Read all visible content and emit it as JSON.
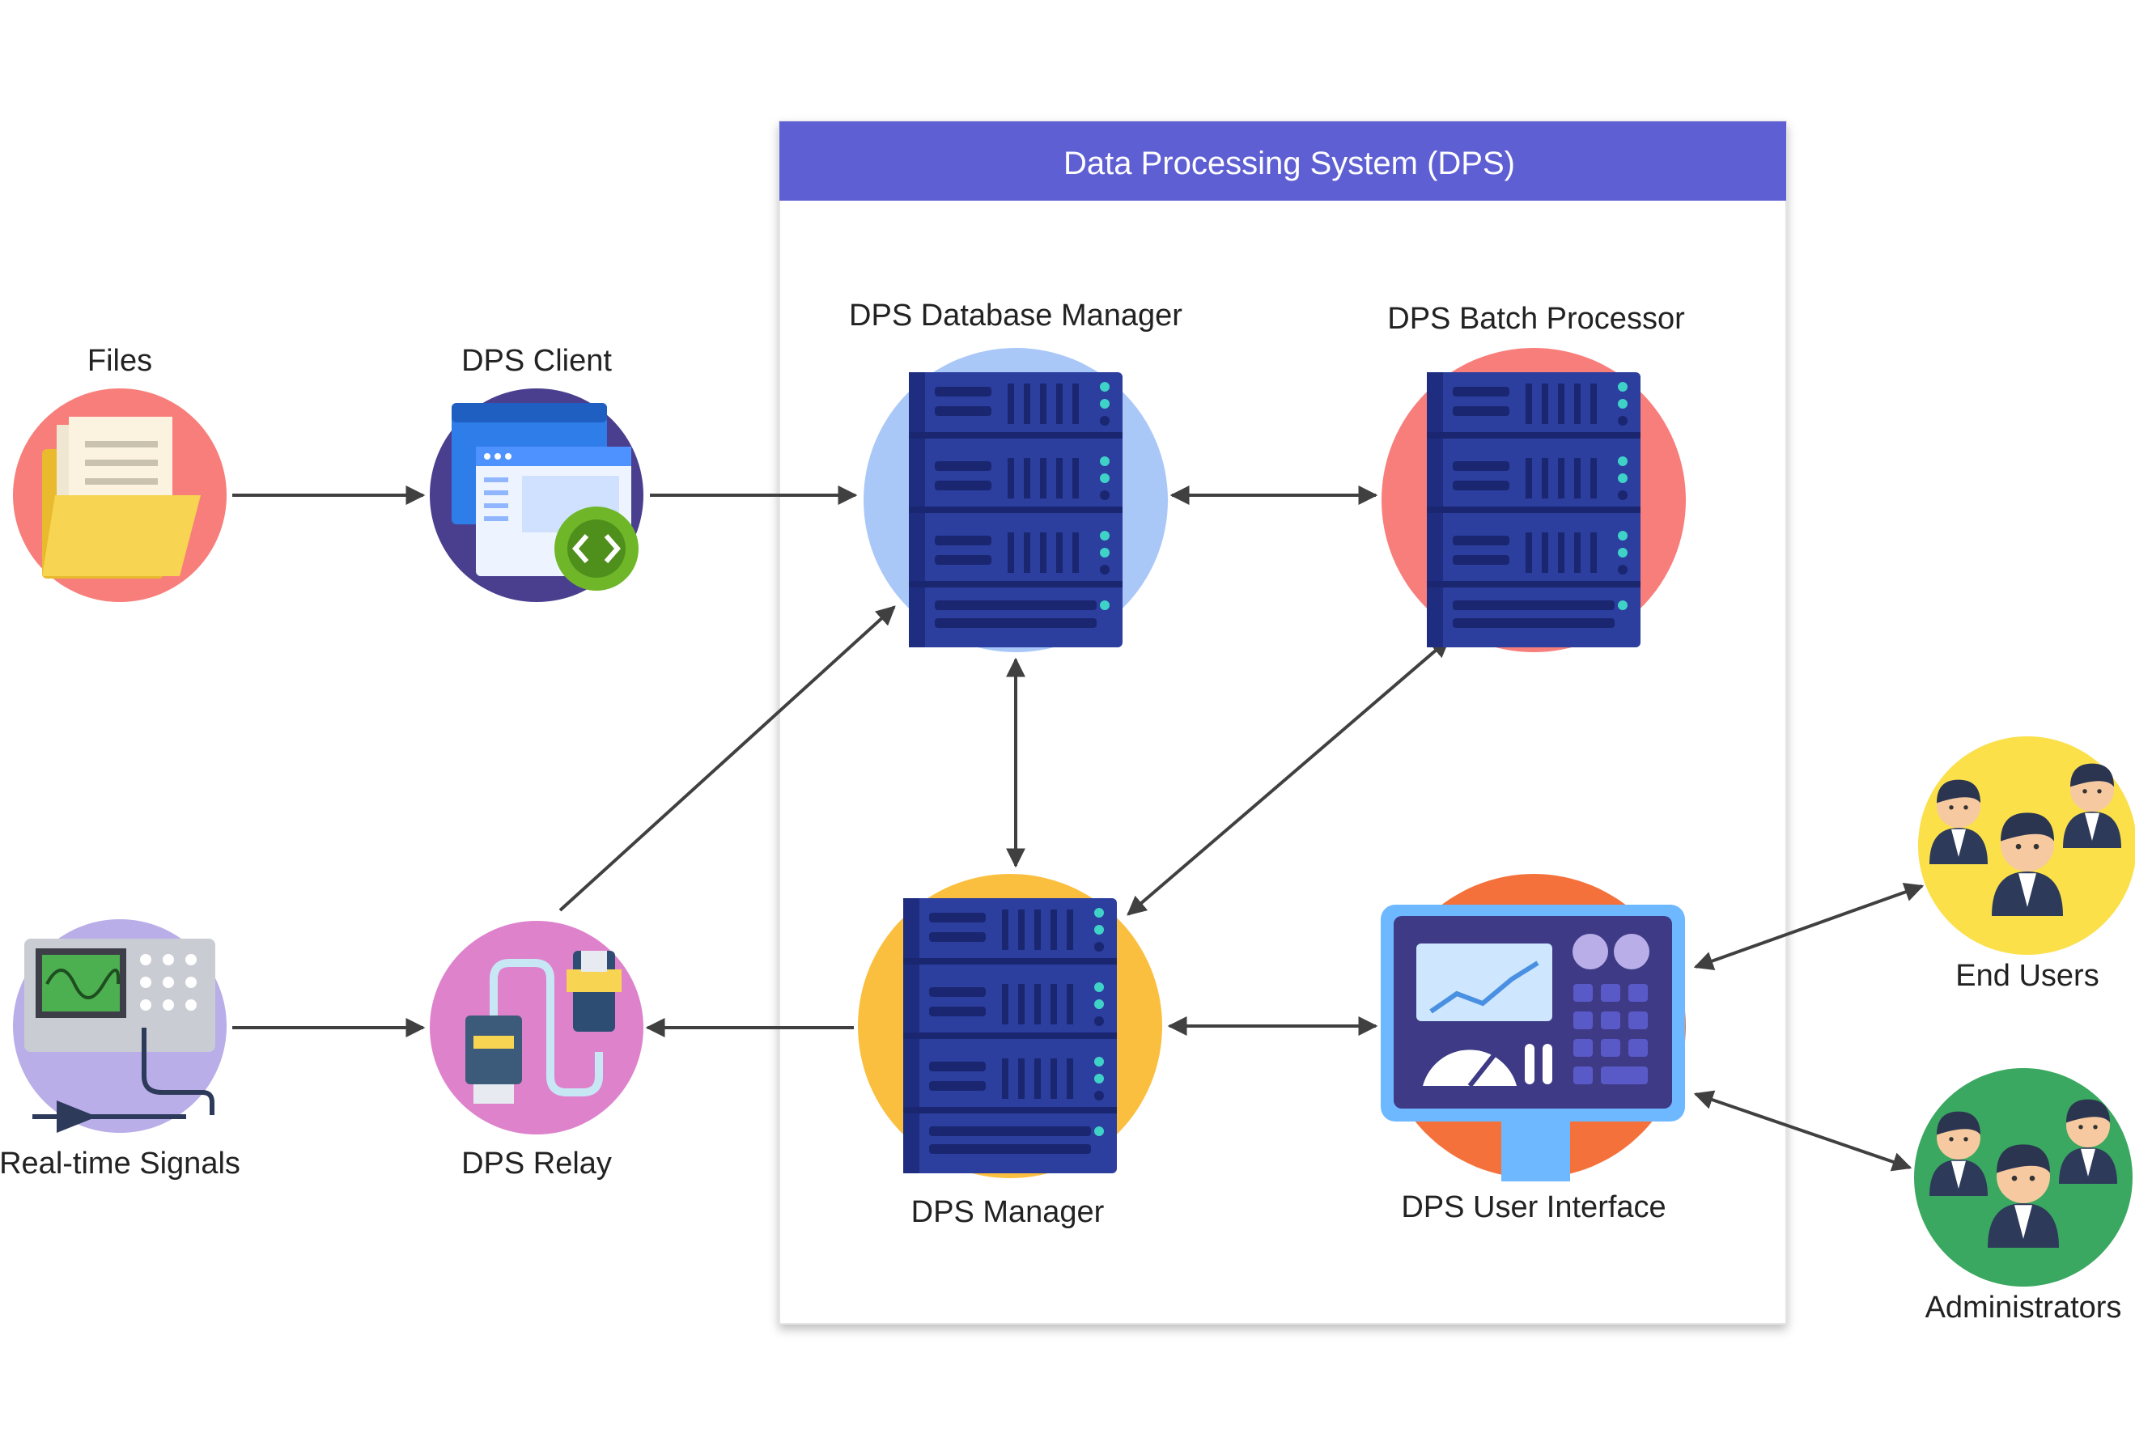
{
  "group": {
    "title": "Data Processing System (DPS)"
  },
  "nodes": {
    "files": "Files",
    "dps_client": "DPS Client",
    "dps_database_manager": "DPS Database Manager",
    "dps_batch_processor": "DPS Batch Processor",
    "real_time_signals": "Real-time Signals",
    "dps_relay": "DPS Relay",
    "dps_manager": "DPS Manager",
    "dps_user_interface": "DPS User Interface",
    "end_users": "End Users",
    "administrators": "Administrators"
  },
  "edges": [
    {
      "from": "Files",
      "to": "DPS Client",
      "direction": "forward"
    },
    {
      "from": "DPS Client",
      "to": "DPS Database Manager",
      "direction": "forward"
    },
    {
      "from": "DPS Database Manager",
      "to": "DPS Batch Processor",
      "direction": "both"
    },
    {
      "from": "DPS Database Manager",
      "to": "DPS Manager",
      "direction": "both"
    },
    {
      "from": "DPS Batch Processor",
      "to": "DPS Manager",
      "direction": "both"
    },
    {
      "from": "DPS Relay",
      "to": "DPS Database Manager",
      "direction": "forward"
    },
    {
      "from": "Real-time Signals",
      "to": "DPS Relay",
      "direction": "forward"
    },
    {
      "from": "DPS Manager",
      "to": "DPS Relay",
      "direction": "forward"
    },
    {
      "from": "DPS Manager",
      "to": "DPS User Interface",
      "direction": "both"
    },
    {
      "from": "DPS User Interface",
      "to": "End Users",
      "direction": "both"
    },
    {
      "from": "DPS User Interface",
      "to": "Administrators",
      "direction": "both"
    }
  ],
  "colors": {
    "header": "#5f5fd4",
    "files_bg": "#f87e7b",
    "client_bg": "#4a3f8f",
    "db_manager_bg": "#a9c8f8",
    "batch_bg": "#f87e7b",
    "signals_bg": "#b9aee8",
    "relay_bg": "#de82cc",
    "manager_bg": "#fbbf3f",
    "ui_bg": "#f5713b",
    "end_users_bg": "#fbe04a",
    "admins_bg": "#3aa860",
    "server": "#2c3e9e",
    "arrow": "#404040"
  }
}
